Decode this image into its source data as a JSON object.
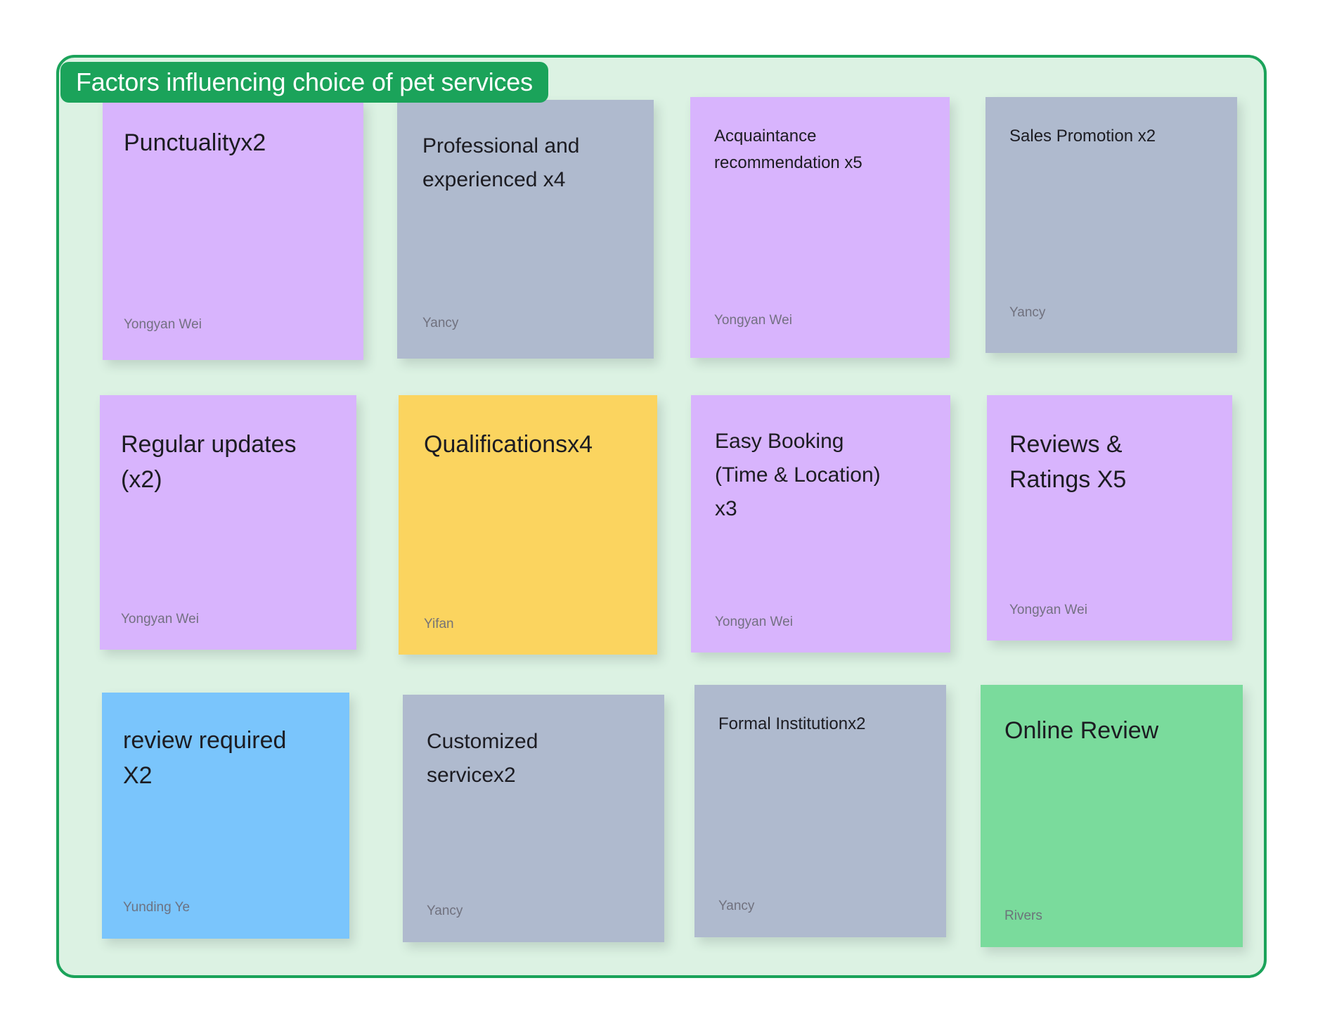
{
  "frame": {
    "title": "Factors influencing choice of pet services",
    "background_color": "#DCF2E3",
    "border_color": "#1BA35A",
    "title_tab_color": "#1BA35A",
    "title_text_color": "#FFFFFF"
  },
  "palette": {
    "purple": "#D8B4FD",
    "gray_blue": "#AFBACE",
    "yellow": "#FBD45F",
    "blue": "#7AC5FC",
    "green": "#7ADB9C"
  },
  "notes": [
    {
      "id": "punctuality",
      "text": "Punctualityx2",
      "author": "Yongyan Wei",
      "color": "#D8B4FD",
      "color_name": "purple"
    },
    {
      "id": "professional-experienced",
      "text": "Professional and\nexperienced x4",
      "author": "Yancy",
      "color": "#AFBACE",
      "color_name": "gray_blue"
    },
    {
      "id": "acquaintance-recommendation",
      "text": "Acquaintance\nrecommendation x5",
      "author": "Yongyan Wei",
      "color": "#D8B4FD",
      "color_name": "purple"
    },
    {
      "id": "sales-promotion",
      "text": "Sales Promotion x2",
      "author": "Yancy",
      "color": "#AFBACE",
      "color_name": "gray_blue"
    },
    {
      "id": "regular-updates",
      "text": "Regular updates\n(x2)",
      "author": "Yongyan Wei",
      "color": "#D8B4FD",
      "color_name": "purple"
    },
    {
      "id": "qualifications",
      "text": "Qualificationsx4",
      "author": "Yifan",
      "color": "#FBD45F",
      "color_name": "yellow"
    },
    {
      "id": "easy-booking",
      "text": "Easy Booking\n(Time & Location)\nx3",
      "author": "Yongyan Wei",
      "color": "#D8B4FD",
      "color_name": "purple"
    },
    {
      "id": "reviews-ratings",
      "text": "Reviews &\nRatings X5",
      "author": "Yongyan Wei",
      "color": "#D8B4FD",
      "color_name": "purple"
    },
    {
      "id": "review-required",
      "text": "review required\nX2",
      "author": "Yunding Ye",
      "color": "#7AC5FC",
      "color_name": "blue"
    },
    {
      "id": "customized-service",
      "text": "Customized\nservicex2",
      "author": "Yancy",
      "color": "#AFBACE",
      "color_name": "gray_blue"
    },
    {
      "id": "formal-institution",
      "text": "Formal Institutionx2",
      "author": "Yancy",
      "color": "#AFBACE",
      "color_name": "gray_blue"
    },
    {
      "id": "online-review",
      "text": "Online Review",
      "author": "Rivers",
      "color": "#7ADB9C",
      "color_name": "green"
    }
  ]
}
